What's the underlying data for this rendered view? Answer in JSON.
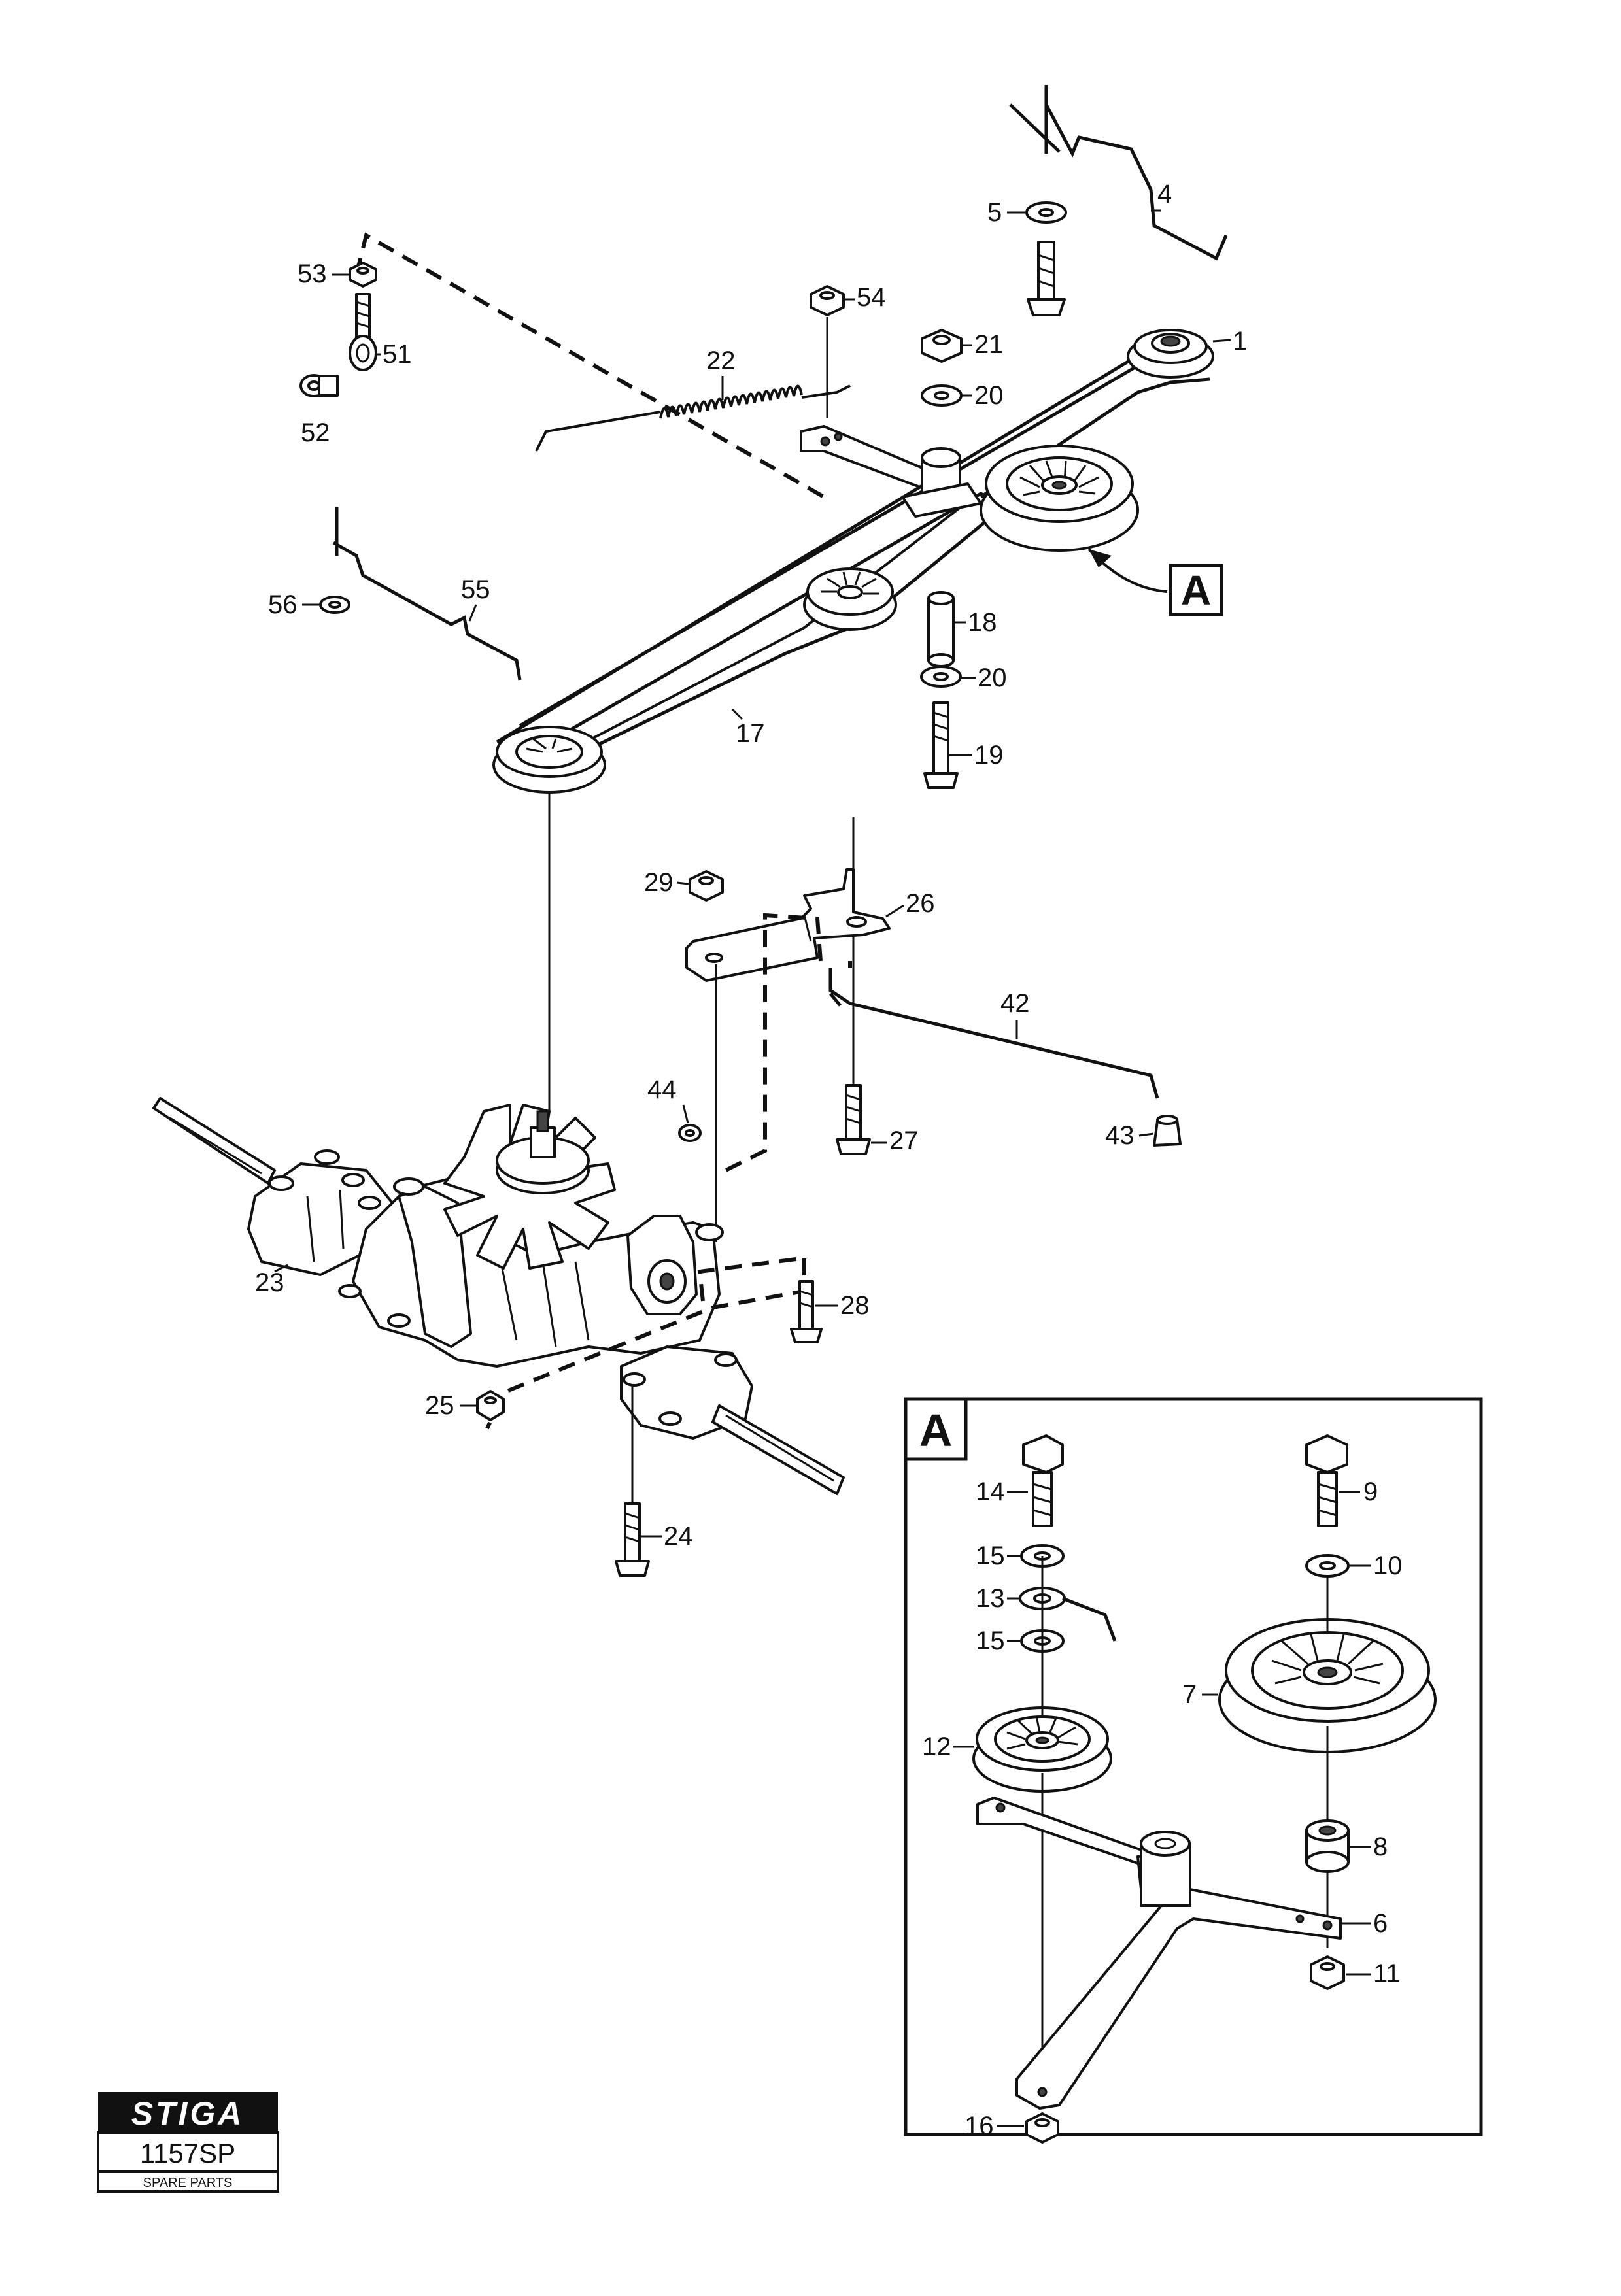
{
  "callouts": {
    "c1": "1",
    "c4": "4",
    "c5": "5",
    "c17": "17",
    "c18": "18",
    "c19": "19",
    "c20a": "20",
    "c20b": "20",
    "c21": "21",
    "c22": "22",
    "c23": "23",
    "c24": "24",
    "c25": "25",
    "c26": "26",
    "c27": "27",
    "c28": "28",
    "c29": "29",
    "c42": "42",
    "c43": "43",
    "c44": "44",
    "c51": "51",
    "c52": "52",
    "c53": "53",
    "c54": "54",
    "c55": "55",
    "c56": "56"
  },
  "detail": {
    "ref_label": "A",
    "inset_label": "A",
    "callouts": {
      "c6": "6",
      "c7": "7",
      "c8": "8",
      "c9": "9",
      "c10": "10",
      "c11": "11",
      "c12": "12",
      "c13": "13",
      "c14": "14",
      "c15a": "15",
      "c15b": "15",
      "c16": "16"
    }
  },
  "logo": {
    "brand": "STIGA",
    "code": "1157SP",
    "caption": "SPARE PARTS"
  },
  "colors": {
    "ink": "#111111",
    "paper": "#ffffff"
  }
}
